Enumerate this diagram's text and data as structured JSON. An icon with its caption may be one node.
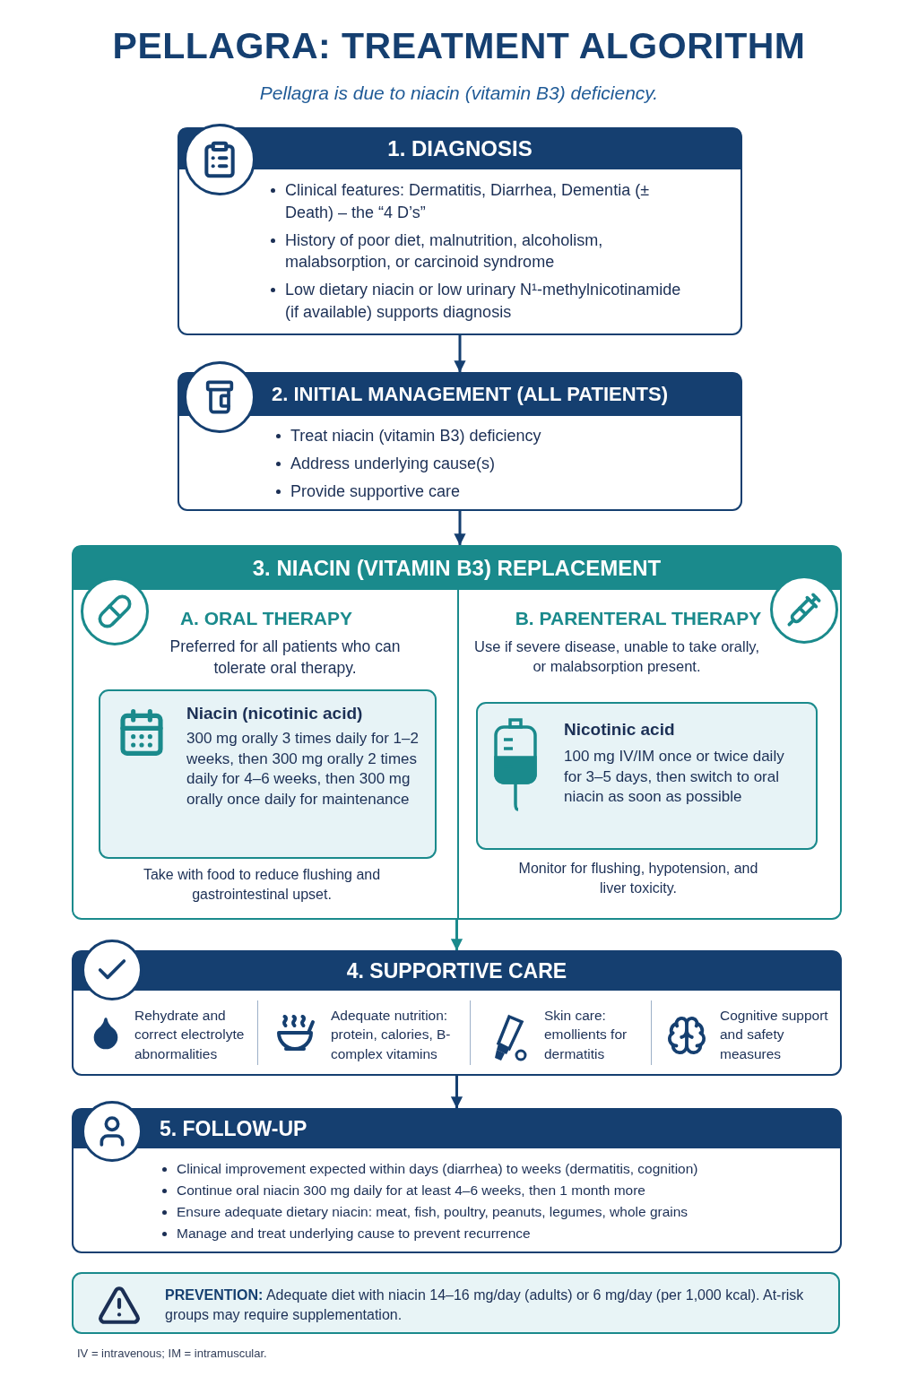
{
  "diagram": {
    "title": "PELLAGRA: TREATMENT ALGORITHM",
    "nodes": [
      {
        "text": [
          "1. DIAGNOSIS",
          "Clinical features: Dermatitis, Diarrhea, Dementia (± Death) – the “4 D’s”",
          "History of poor diet, malnutrition, alcoholism, malabsorption, or carcinoid syndrome",
          "Low dietary niacin or low urinary N¹-methylnicotinamide (if available) supports diagnosis"
        ]
      },
      {
        "text": [
          "2. INITIAL MANAGEMENT (ALL PATIENTS)",
          "Treat niacin (vitamin B3) deficiency",
          "Address underlying cause(s)",
          "Provide supportive care"
        ]
      },
      {
        "text": [
          "3. NIACIN (VITAMIN B3) REPLACEMENT",
          "A. ORAL THERAPY",
          "Preferred for all patients who can tolerate oral therapy.",
          "B. PARENTERAL THERAPY",
          "Use if severe disease, unable to take orally, or malabsorption present.",
          "Take with food to reduce flushing and gastrointestinal upset.",
          "Monitor for flushing, hypotension, and liver toxicity."
        ]
      },
      {
        "text": [
          "Niacin (nicotinic acid)",
          "300 mg orally 3 times daily for 1–2 weeks, then 300 mg orally 2 times daily for 4–6 weeks, then 300 mg orally once daily for maintenance"
        ],
        "in": 2
      },
      {
        "text": [
          "Nicotinic acid",
          "100 mg IV/IM once or twice daily for 3–5 days, then switch to oral niacin as soon as possible"
        ],
        "in": 2
      },
      {
        "text": [
          "4. SUPPORTIVE CARE",
          "Rehydrate and correct electrolyte abnormalities",
          "Adequate nutrition: protein, calories, B-complex vitamins",
          "Skin care: emollients for dermatitis",
          "Cognitive support and safety measures"
        ]
      },
      {
        "text": [
          "5. FOLLOW-UP",
          "Clinical improvement expected within days (diarrhea) to weeks (dermatitis, cognition)",
          "Continue oral niacin 300 mg daily for at least 4–6 weeks, then 1 month more",
          "Ensure adequate dietary niacin: meat, fish, poultry, peanuts, legumes, whole grains",
          "Manage and treat underlying cause to prevent recurrence"
        ]
      },
      {
        "text": [
          "**PREVENTION:** Adequate diet with niacin 14–16 mg/day (adults) or 6 mg/day (per 1,000 kcal). At-risk groups may require supplementation."
        ]
      }
    ],
    "edges": [
      {
        "from": 0,
        "to": 1,
        "arrow": "to"
      },
      {
        "from": 1,
        "to": 2,
        "arrow": "to"
      },
      {
        "from": 2,
        "to": 5,
        "arrow": "to",
        "color": "#1a8a8c"
      },
      {
        "from": 5,
        "to": 6,
        "arrow": "to"
      }
    ],
    "labels": [
      "Pellagra is due to niacin (vitamin B3) deficiency.",
      "IV = intravenous; IM = intramuscular."
    ]
  }
}
